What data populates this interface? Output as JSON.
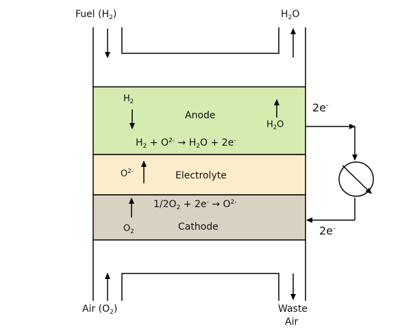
{
  "labels": {
    "fuel_in": {
      "main": "Fuel (H",
      "sub": "2",
      "end": ")"
    },
    "water_out": {
      "pre": "H",
      "sub": "2",
      "post": "O"
    },
    "air_in": {
      "main": "Air (O",
      "sub": "2",
      "end": ")"
    },
    "waste_air_line1": "Waste",
    "waste_air_line2": "Air"
  },
  "anode": {
    "name": "Anode",
    "h2_in": {
      "pre": "H",
      "sub": "2"
    },
    "h2o_out": {
      "pre": "H",
      "sub": "2",
      "post": "O"
    },
    "reaction": {
      "a": "H",
      "a_sub": "2",
      "b": " + O",
      "b_sup": "2-",
      "c": " → H",
      "c_sub": "2",
      "d": "O  + 2e",
      "d_sup": "-"
    }
  },
  "electrolyte": {
    "name": "Electrolyte",
    "ion": {
      "pre": "O",
      "sup": "2-"
    }
  },
  "cathode": {
    "name": "Cathode",
    "reaction": {
      "a": "1/2O",
      "a_sub": "2",
      "b": " + 2e",
      "b_sup": "-",
      "c": " → O",
      "c_sup": "2-"
    },
    "o2_in": {
      "pre": "O",
      "sub": "2"
    }
  },
  "circuit": {
    "electrons_out": {
      "pre": "2e",
      "sup": "-"
    },
    "electrons_in": {
      "pre": "2e",
      "sup": "-"
    }
  },
  "colors": {
    "anode": "#d6ebb0",
    "electrolyte": "#fbeccc",
    "cathode": "#d9d1c2",
    "line": "#000000"
  }
}
